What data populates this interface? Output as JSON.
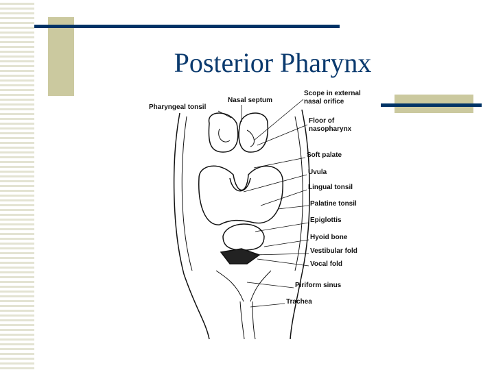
{
  "slide": {
    "title": "Posterior Pharynx",
    "colors": {
      "title": "#0b3a6e",
      "rule": "#003366",
      "accent_block": "#cbc99f",
      "stripes": "#e3e3d2"
    },
    "figure": {
      "labels": {
        "pharyngeal_tonsil": "Pharyngeal tonsil",
        "nasal_septum": "Nasal septum",
        "scope_line1": "Scope in external",
        "scope_line2": "nasal orifice",
        "floor_line1": "Floor of",
        "floor_line2": "nasopharynx",
        "soft_palate": "Soft palate",
        "uvula": "Uvula",
        "lingual_tonsil": "Lingual tonsil",
        "palatine_tonsil": "Palatine tonsil",
        "epiglottis": "Epiglottis",
        "hyoid_bone": "Hyoid bone",
        "vestibular_fold": "Vestibular fold",
        "vocal_fold": "Vocal fold",
        "piriform_sinus": "Piriform sinus",
        "trachea": "Trachea"
      }
    }
  }
}
